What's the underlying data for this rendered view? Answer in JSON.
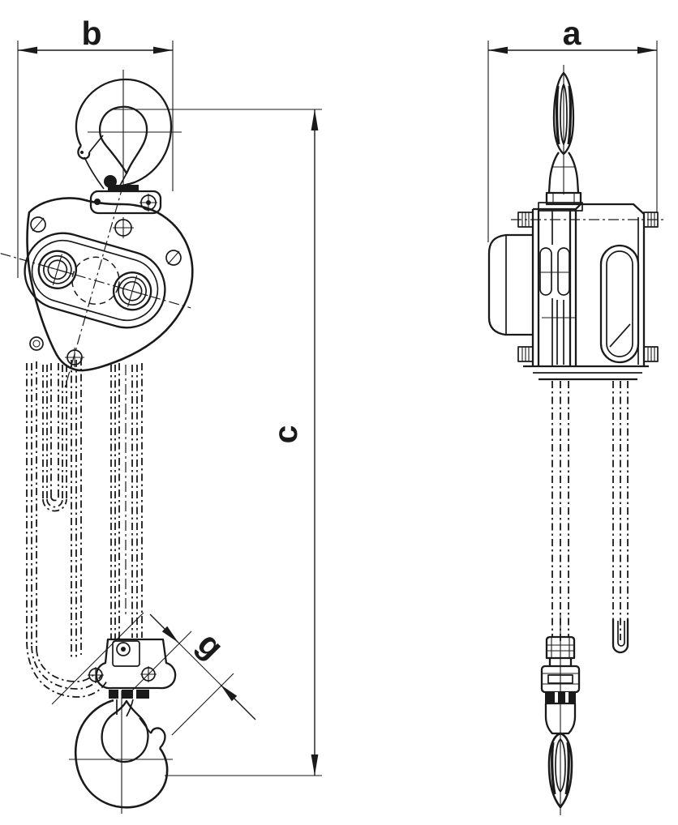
{
  "labels": {
    "dim_b": "b",
    "dim_a": "a",
    "dim_c": "c",
    "dim_g": "g"
  },
  "colors": {
    "ink": "#1a1a1a",
    "background": "#ffffff"
  }
}
